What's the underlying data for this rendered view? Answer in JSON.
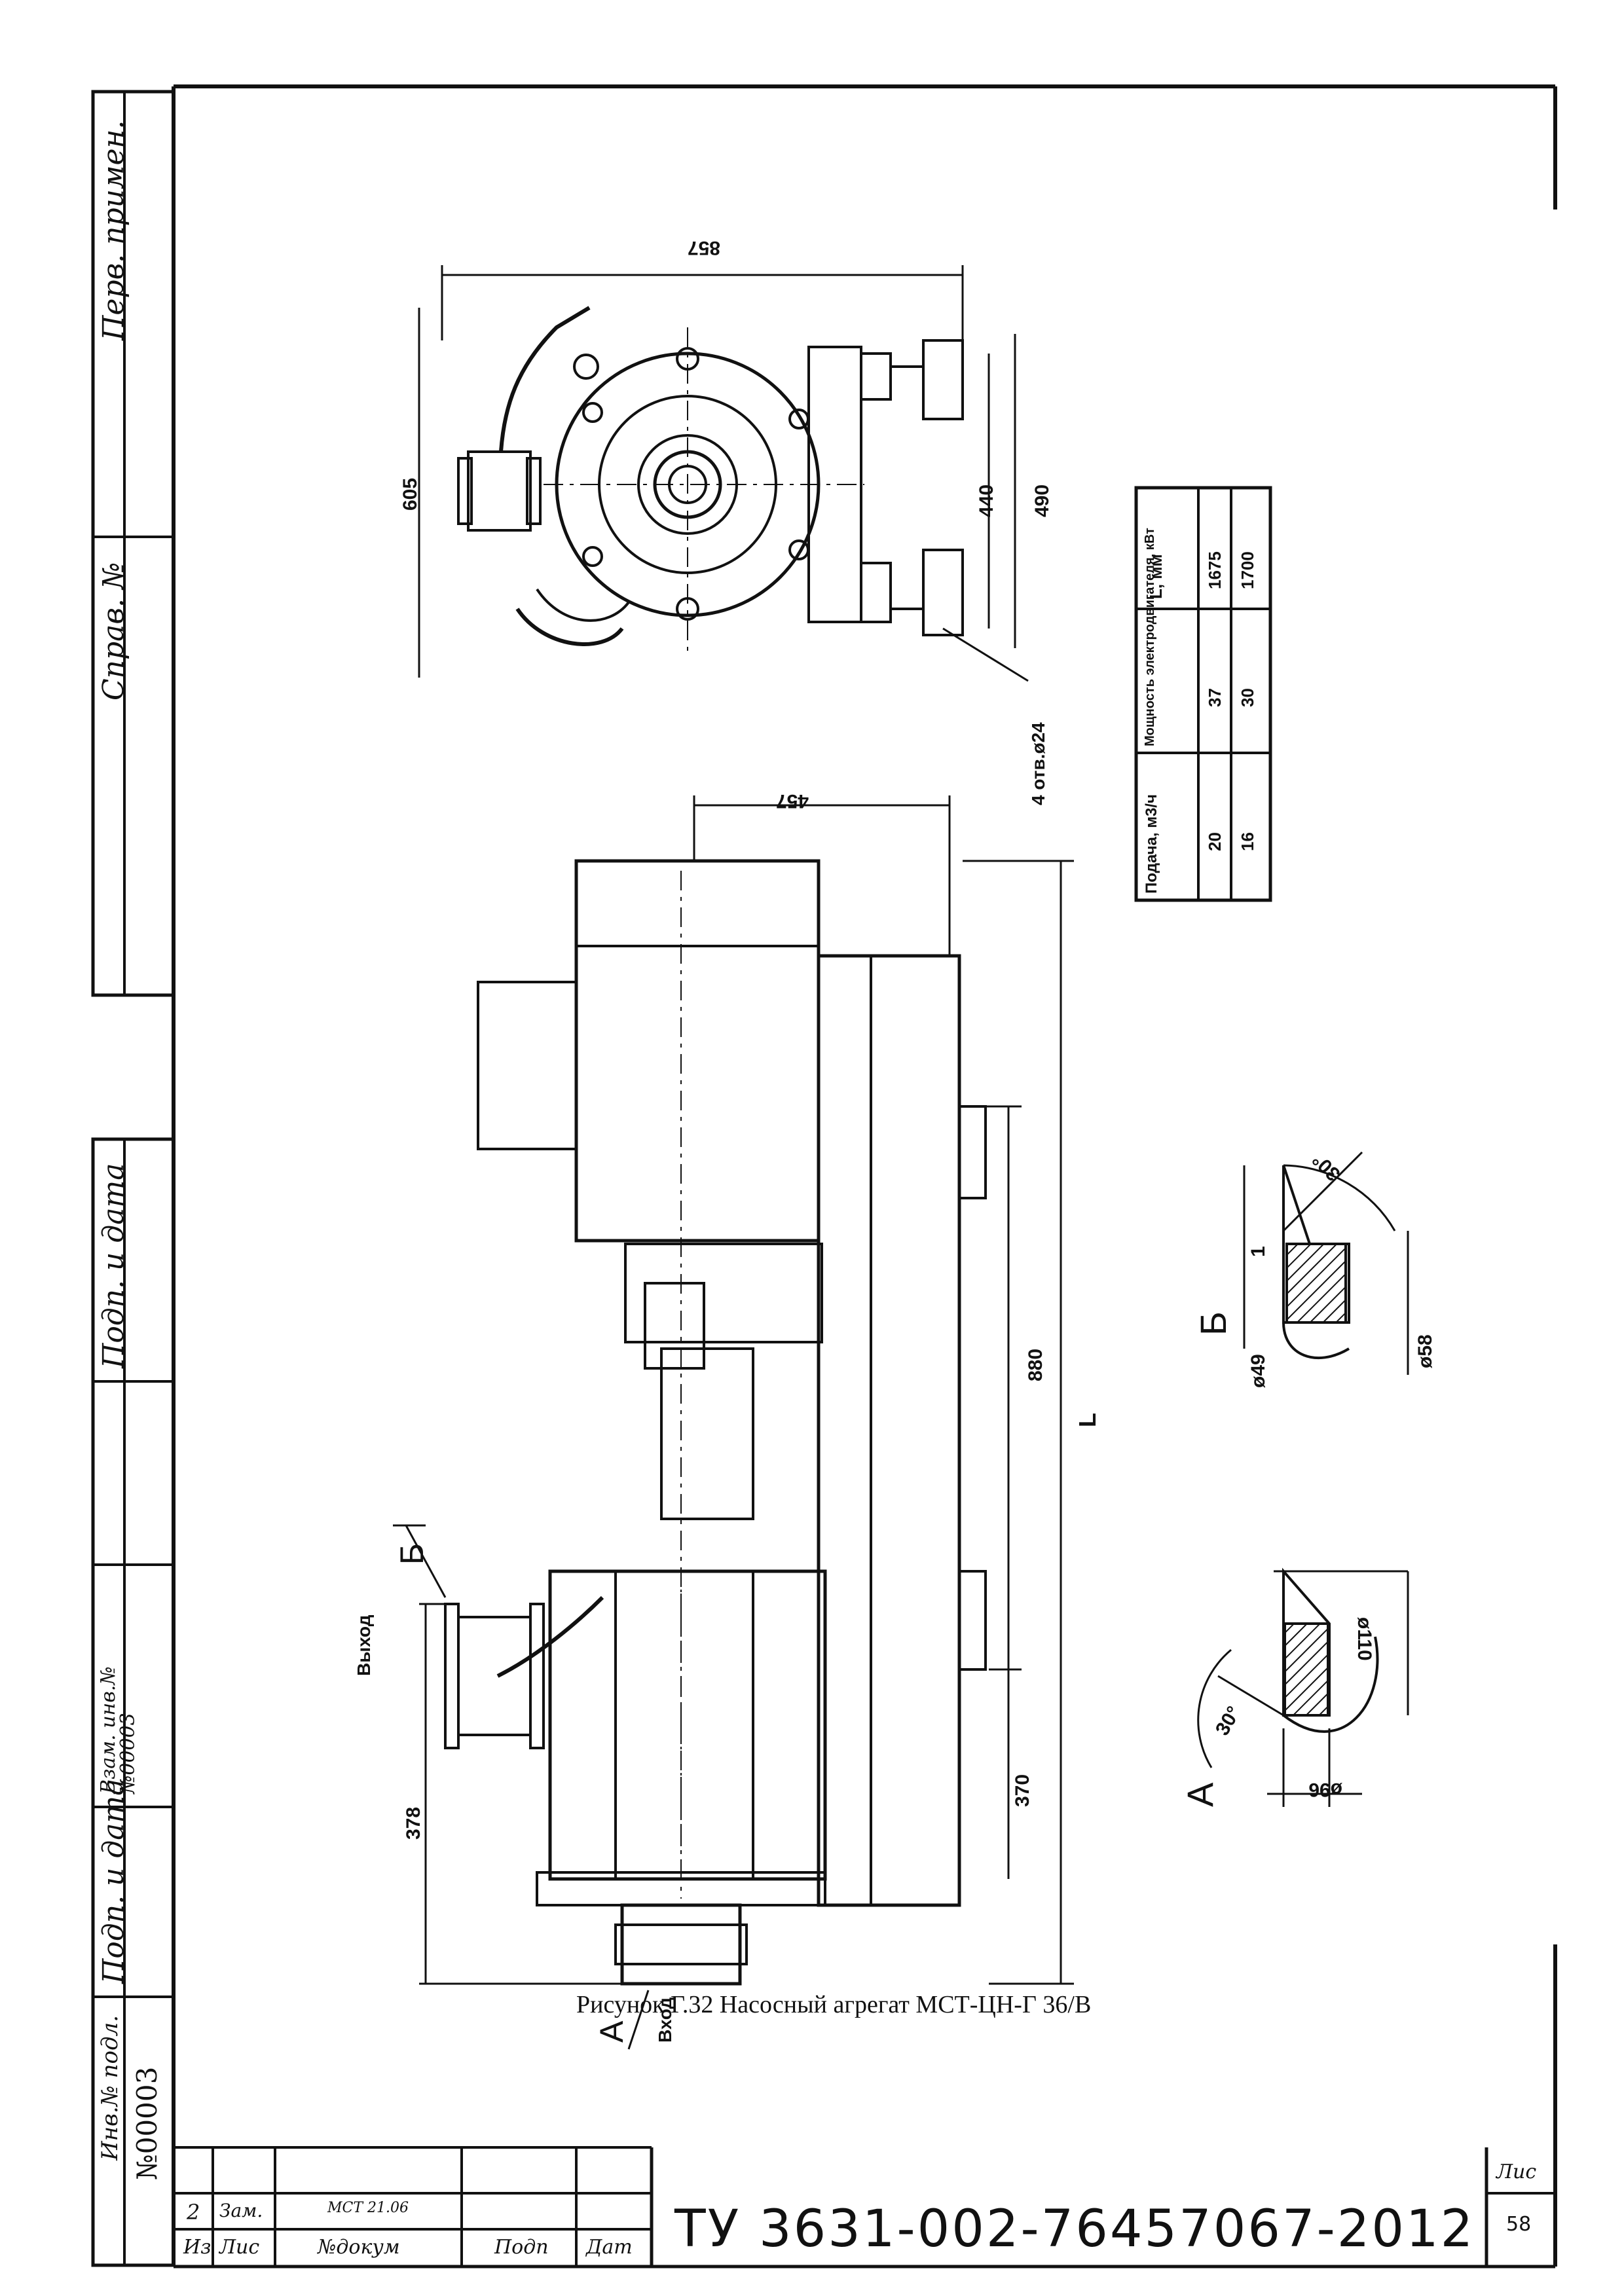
{
  "side_stamp": {
    "perv_primen": "Перв. примен.",
    "sprav_no": "Справ. №",
    "podp_data_top": "Подп. и дата",
    "vzam_inv": "Взам. инв.№",
    "vzam_inv_value": "№00003",
    "podp_data_bottom": "Подп. и дата",
    "inv_podl": "Инв.№ подл.",
    "inv_podl_value": "№00003"
  },
  "front_view": {
    "dim_height": "857",
    "dim_width": "605",
    "dim_440": "440",
    "dim_490": "490",
    "holes": "4 отв.ø24"
  },
  "side_view": {
    "dim_457": "457",
    "dim_880": "880",
    "dim_L": "L",
    "dim_370": "370",
    "dim_378": "378",
    "label_vyhod": "Выход",
    "label_vhod": "Вход",
    "label_A": "А",
    "label_B": "Б"
  },
  "detail_B": {
    "label": "Б",
    "angle": "30°",
    "d1": "ø49",
    "d2": "ø58",
    "t": "1"
  },
  "detail_A": {
    "label": "А",
    "angle": "30°",
    "d1": "ø110",
    "d2": "ø96"
  },
  "spec_table": {
    "headers": [
      "Подача, м3/ч",
      "Мощность электродвигателя, кВт",
      "L, мм"
    ],
    "rows": [
      [
        "20",
        "37",
        "1675"
      ],
      [
        "16",
        "30",
        "1700"
      ]
    ]
  },
  "caption": "Рисунок Г.32 Насосный агрегат МСТ-ЦН-Г 36/В",
  "title_block": {
    "doc_number": "ТУ 3631-002-76457067-2012",
    "sheet_label": "Лис",
    "sheet_number": "58",
    "rev_num": "2",
    "rev_type": "Зам.",
    "rev_doc": "МСТ 21.06",
    "col_iz": "Из",
    "col_lis": "Лис",
    "col_doc": "№докум",
    "col_podp": "Подп",
    "col_dat": "Дат"
  }
}
